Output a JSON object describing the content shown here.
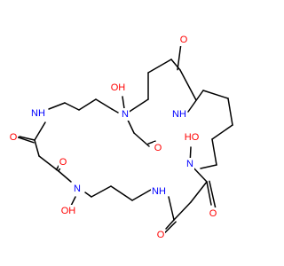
{
  "colors": {
    "bond": "#000000",
    "oxygen": "#ff0000",
    "nitrogen": "#0000ff"
  },
  "atoms": [
    {
      "id": "a1",
      "label": "O",
      "element": "O"
    },
    {
      "id": "a2",
      "label": "OH",
      "element": "O"
    },
    {
      "id": "a3",
      "label": "N",
      "element": "N"
    },
    {
      "id": "a4",
      "label": "O",
      "element": "O"
    },
    {
      "id": "a5",
      "label": "NH",
      "element": "N"
    },
    {
      "id": "a6",
      "label": "NH",
      "element": "N"
    },
    {
      "id": "a7",
      "label": "O",
      "element": "O"
    },
    {
      "id": "a8",
      "label": "HO",
      "element": "O"
    },
    {
      "id": "a9",
      "label": "N",
      "element": "N"
    },
    {
      "id": "a10",
      "label": "O",
      "element": "O"
    },
    {
      "id": "a11",
      "label": "O",
      "element": "O"
    },
    {
      "id": "a12",
      "label": "N",
      "element": "N"
    },
    {
      "id": "a13",
      "label": "OH",
      "element": "O"
    },
    {
      "id": "a14",
      "label": "NH",
      "element": "N"
    },
    {
      "id": "a15",
      "label": "O",
      "element": "O"
    }
  ]
}
